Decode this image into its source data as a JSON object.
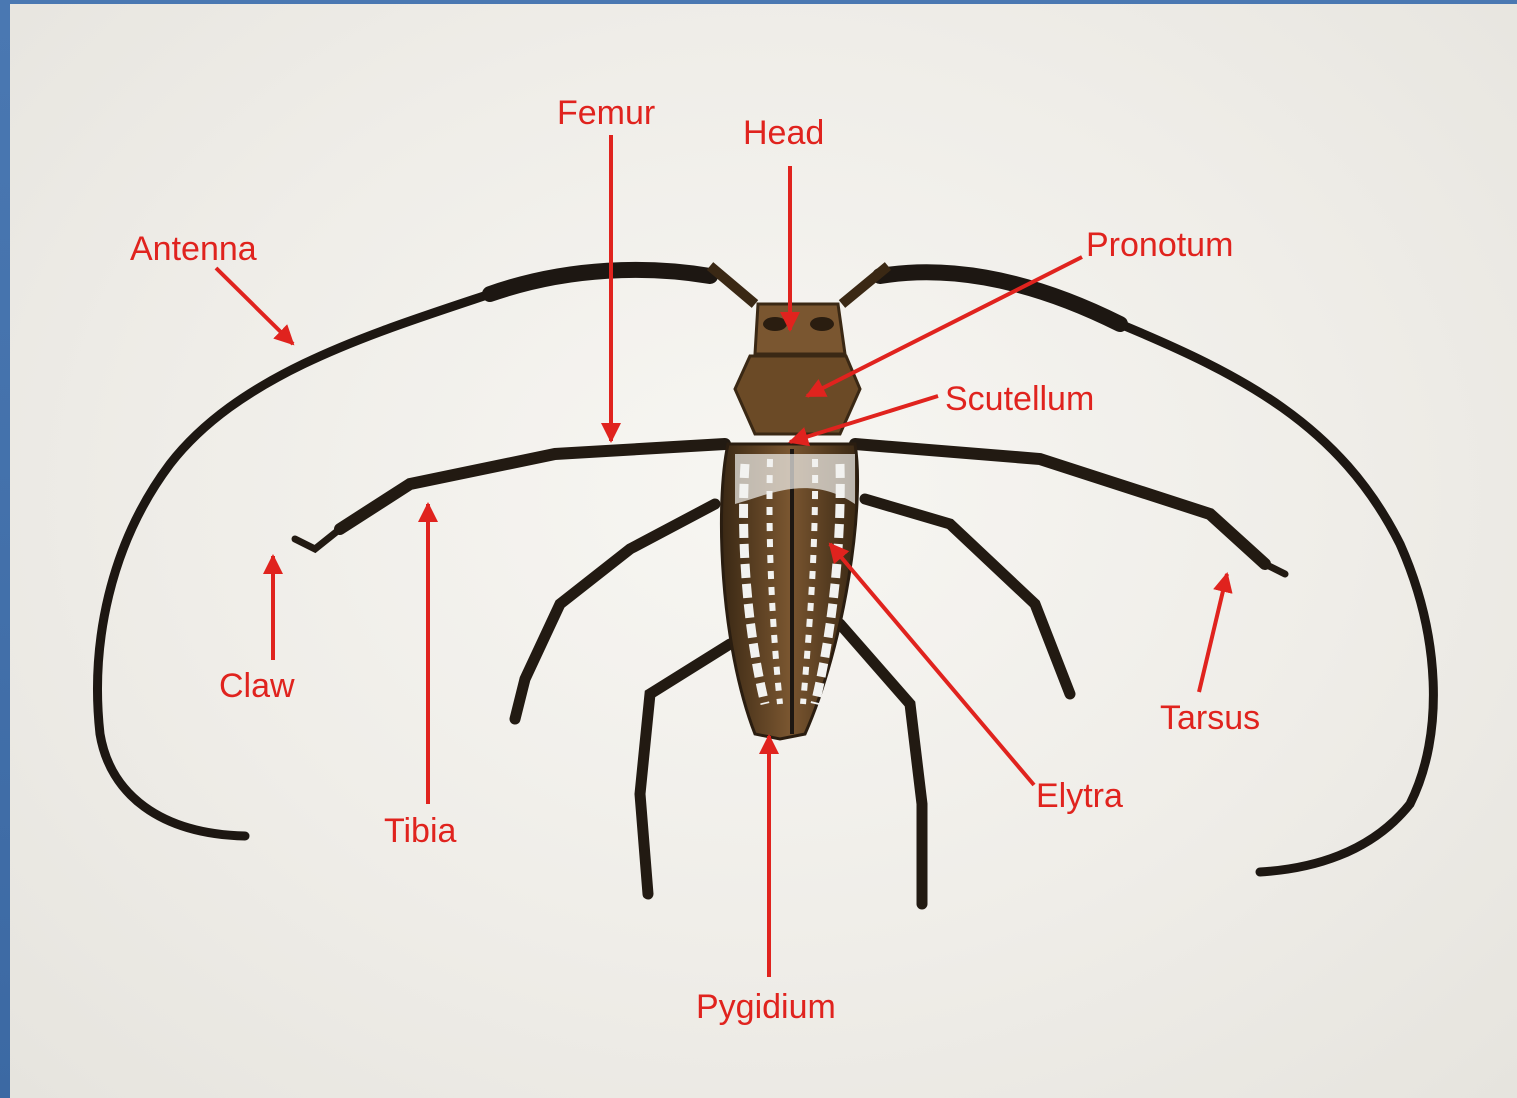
{
  "labels": {
    "femur": "Femur",
    "head": "Head",
    "antenna": "Antenna",
    "pronotum": "Pronotum",
    "scutellum": "Scutellum",
    "claw": "Claw",
    "tibia": "Tibia",
    "tarsus": "Tarsus",
    "elytra": "Elytra",
    "pygidium": "Pygidium"
  },
  "colors": {
    "label": "#e0231e",
    "frame": "#3f6ea8",
    "background": "#f1efea",
    "beetle_body": "#6b4a26",
    "beetle_dark": "#1d1712",
    "elytra_pattern": "#f2f2f0"
  }
}
